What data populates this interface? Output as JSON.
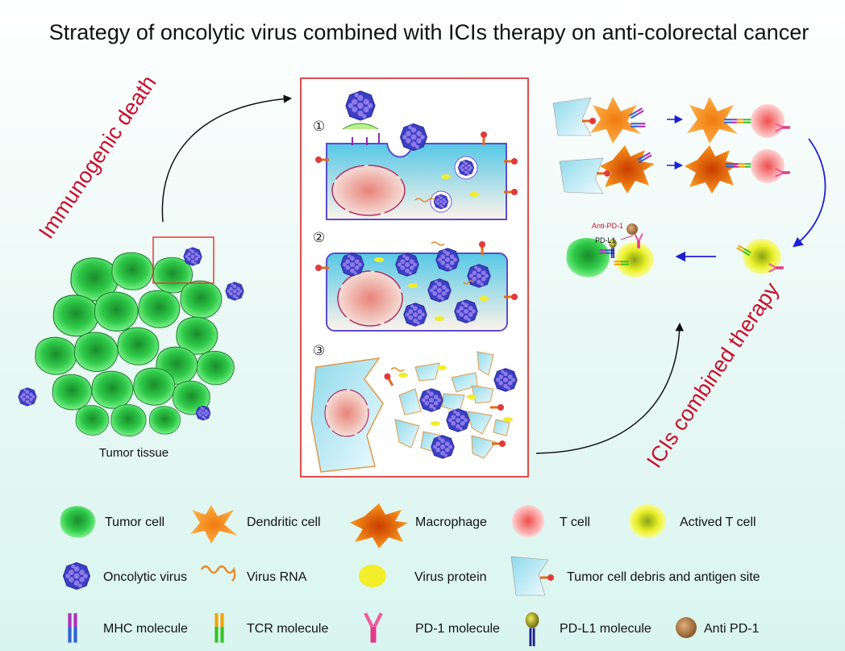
{
  "title": "Strategy of oncolytic virus combined with ICIs therapy on anti-colorectal cancer",
  "labels": {
    "immunogenic_death": "Immunogenic death",
    "ici_combined": "ICIs combined therapy",
    "tumor_tissue": "Tumor tissue",
    "anti_pd1": "Anti-PD-1",
    "pd_l1": "PD-L1",
    "step1": "①",
    "step2": "②",
    "step3": "③"
  },
  "legend": [
    {
      "icon": "tumor-cell",
      "label": "Tumor cell"
    },
    {
      "icon": "dendritic-cell",
      "label": "Dendritic cell"
    },
    {
      "icon": "macrophage",
      "label": "Macrophage"
    },
    {
      "icon": "t-cell",
      "label": "T cell"
    },
    {
      "icon": "actived-t-cell",
      "label": "Actived T cell"
    },
    {
      "icon": "oncolytic-virus",
      "label": "Oncolytic virus"
    },
    {
      "icon": "virus-rna",
      "label": "Virus RNA"
    },
    {
      "icon": "virus-protein",
      "label": "Virus protein"
    },
    {
      "icon": "tumor-debris",
      "label": "Tumor cell debris and antigen site"
    },
    {
      "icon": "mhc-molecule",
      "label": "MHC molecule"
    },
    {
      "icon": "tcr-molecule",
      "label": "TCR molecule"
    },
    {
      "icon": "pd1-molecule",
      "label": "PD-1 molecule"
    },
    {
      "icon": "pdl1-molecule",
      "label": "PD-L1 molecule"
    },
    {
      "icon": "anti-pd1",
      "label": "Anti PD-1"
    }
  ],
  "colors": {
    "accent_red": "#c8102e",
    "tumor_green": "#2ecc40",
    "virus_blue": "#4a5ad8",
    "virus_purple": "#7b5bd6",
    "panel_border": "#e03a3a",
    "dendritic_orange": "#f0921e",
    "protein_yellow": "#f2ee2a",
    "debris_cyan": "#a9e3ee"
  }
}
